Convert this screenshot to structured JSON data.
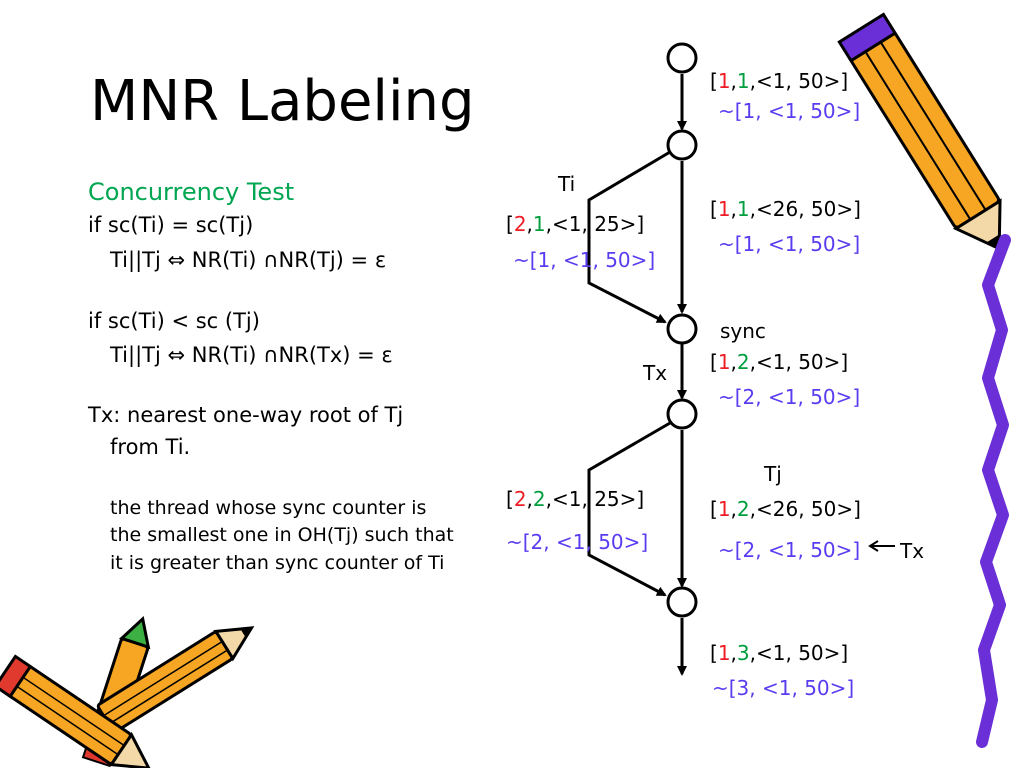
{
  "slide": {
    "title": "MNR Labeling",
    "subtitle": "Concurrency Test",
    "lines": [
      "if sc(Ti) = sc(Tj)",
      "Ti||Tj ⇔ NR(Ti) ∩NR(Tj) = ε",
      "if sc(Ti) < sc (Tj)",
      "Ti||Tj ⇔ NR(Ti) ∩NR(Tx) = ε",
      "Tx: nearest one-way root of Tj",
      "from Ti."
    ],
    "definition": [
      "the thread whose sync counter is",
      "the smallest one in OH(Tj) such that",
      "it is greater than sync counter of Ti"
    ]
  },
  "diagram": {
    "names": {
      "ti": "Ti",
      "sync": "sync",
      "tx": "Tx",
      "tj": "Tj",
      "tx_arrow": "Tx"
    },
    "labels": {
      "n1": {
        "open": "[",
        "a": "1",
        "c1": ",",
        "b": "1",
        "rest": ",<1, 50>]",
        "nr": "~[1, <1, 50>]"
      },
      "n2": {
        "open": "[",
        "a": "1",
        "c1": ",",
        "b": "1",
        "rest": ",<26, 50>]",
        "nr": "~[1, <1, 50>]"
      },
      "ti": {
        "open": "[",
        "a": "2",
        "c1": ",",
        "b": "1",
        "rest": ",<1, 25>]",
        "nr": "~[1, <1, 50>]"
      },
      "sync": {
        "open": "[",
        "a": "1",
        "c1": ",",
        "b": "2",
        "rest": ",<1, 50>]",
        "nr": "~[2, <1, 50>]"
      },
      "b2": {
        "open": "[",
        "a": "2",
        "c1": ",",
        "b": "2",
        "rest": ",<1, 25>]",
        "nr": "~[2, <1, 50>]"
      },
      "tj": {
        "open": "[",
        "a": "1",
        "c1": ",",
        "b": "2",
        "rest": ",<26, 50>]",
        "nr": "~[2, <1, 50>]"
      },
      "end": {
        "open": "[",
        "a": "1",
        "c1": ",",
        "b": "3",
        "rest": ",<1, 50>]",
        "nr": "~[3, <1, 50>]"
      }
    }
  },
  "colors": {
    "thread_counter": "#ee1c25",
    "sync_counter": "#009e3d",
    "nr_label": "#5a3cf0",
    "subtitle": "#00a651"
  },
  "decorations": [
    "pencil-icon",
    "pencil-icon",
    "pencil-icon",
    "squiggle-border"
  ]
}
